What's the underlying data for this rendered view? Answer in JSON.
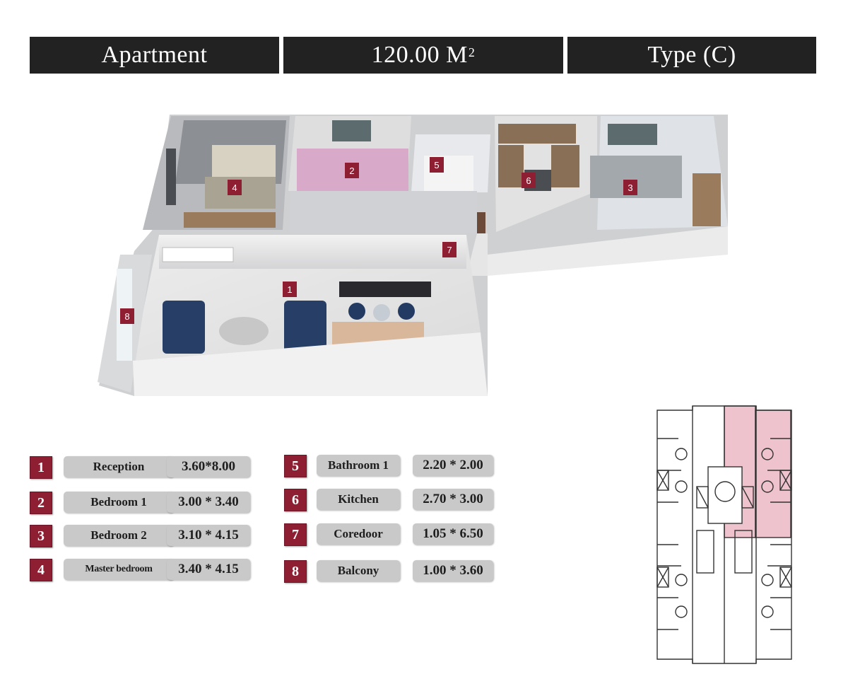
{
  "header": {
    "apartment_label": "Apartment",
    "area_value": "120.00 M",
    "area_unit_sup": "2",
    "type_label": "Type (C)"
  },
  "plan_markers": [
    "1",
    "2",
    "3",
    "4",
    "5",
    "6",
    "7",
    "8"
  ],
  "rooms": [
    {
      "num": "1",
      "name": "Reception",
      "size": "3.60*8.00"
    },
    {
      "num": "2",
      "name": "Bedroom 1",
      "size": "3.00 * 3.40"
    },
    {
      "num": "3",
      "name": "Bedroom 2",
      "size": "3.10 * 4.15"
    },
    {
      "num": "4",
      "name": "Master bedroom",
      "size": "3.40 * 4.15"
    },
    {
      "num": "5",
      "name": "Bathroom 1",
      "size": "2.20 * 2.00"
    },
    {
      "num": "6",
      "name": "Kitchen",
      "size": "2.70 * 3.00"
    },
    {
      "num": "7",
      "name": "Coredoor",
      "size": "1.05 * 6.50"
    },
    {
      "num": "8",
      "name": "Balcony",
      "size": "1.00 * 3.60"
    }
  ],
  "colors": {
    "header_bg": "#222222",
    "marker": "#8e1f33",
    "pill": "#c9c9c9",
    "keyplan_highlight": "#efc3cd"
  }
}
